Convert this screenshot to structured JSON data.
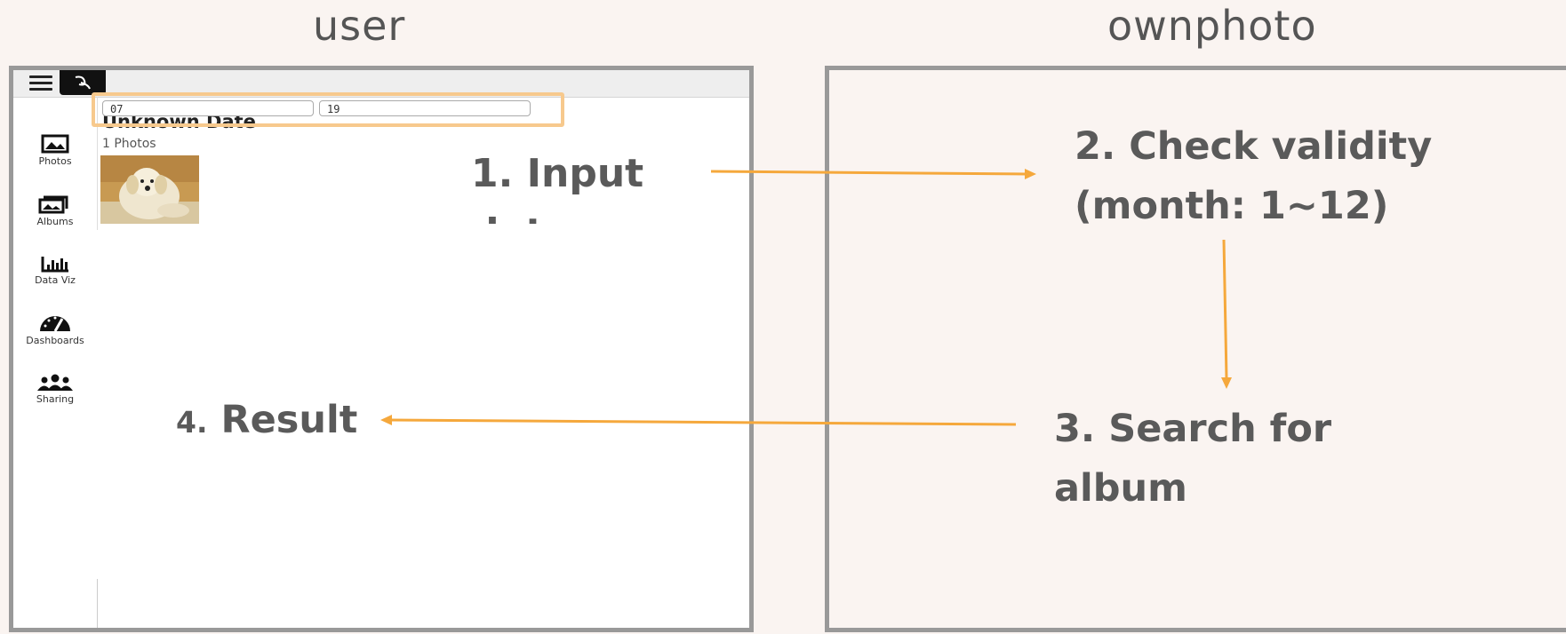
{
  "columns": {
    "user": "user",
    "server": "ownphoto"
  },
  "app": {
    "sidebar": [
      {
        "label": "Photos",
        "icon": "photos-icon"
      },
      {
        "label": "Albums",
        "icon": "albums-icon"
      },
      {
        "label": "Data Viz",
        "icon": "bar-chart-icon"
      },
      {
        "label": "Dashboards",
        "icon": "gauge-icon"
      },
      {
        "label": "Sharing",
        "icon": "users-icon"
      }
    ],
    "month_value": "07",
    "year_value": "19",
    "group_title": "Unknown Date",
    "photo_count": "1 Photos"
  },
  "steps": {
    "step1": [
      "1. Input",
      "date"
    ],
    "step2": [
      "2. Check validity",
      "(month: 1~12)"
    ],
    "step3": [
      "3. Search for",
      "album"
    ],
    "step4": {
      "number": "4.",
      "text": "Result"
    }
  },
  "colors": {
    "arrow": "#f5a83c",
    "highlight": "#f7c98d",
    "frame": "#999999",
    "background": "#faf4f1"
  }
}
